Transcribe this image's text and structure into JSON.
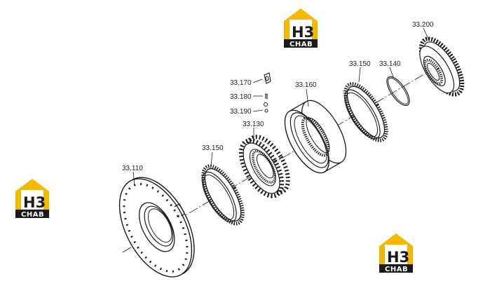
{
  "labels": [
    {
      "id": "p33200",
      "text": "33.200"
    },
    {
      "id": "p33150a",
      "text": "33.150"
    },
    {
      "id": "p33140",
      "text": "33.140"
    },
    {
      "id": "p33170",
      "text": "33.170"
    },
    {
      "id": "p33180",
      "text": "33.180"
    },
    {
      "id": "p33190",
      "text": "33.190"
    },
    {
      "id": "p33160",
      "text": "33.160"
    },
    {
      "id": "p33130",
      "text": "33.130"
    },
    {
      "id": "p33150b",
      "text": "33.150"
    },
    {
      "id": "p33110",
      "text": "33.110"
    }
  ],
  "watermark": {
    "mark": "H3",
    "word": "CHAB",
    "colors": {
      "roof": "#f5b800",
      "bar": "#1a1a1a"
    }
  },
  "colors": {
    "line": "#1a1a1a",
    "background": "#ffffff"
  }
}
